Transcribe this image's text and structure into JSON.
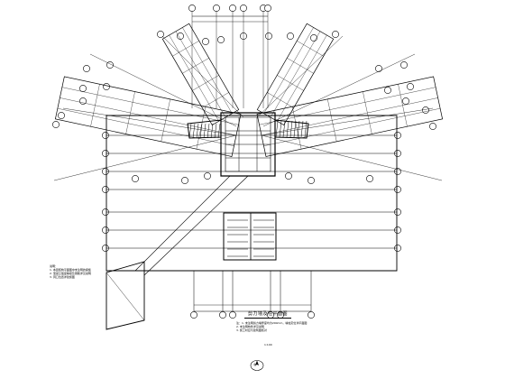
{
  "drawing": {
    "title": "剪力墙及柱平面图",
    "notes": [
      "说明：",
      "1. 本层结构平面图中未注明的梁板",
      "2. 混凝土强度等级及钢筋详见说明",
      "3. 洞口位置详建施图"
    ],
    "legend": [
      "注：1. 未注明剪力墙厚度均为200mm，墙柱定位详平面图",
      "2. 未注明构件详见说明",
      "3. 施工时应与建筑图核对"
    ],
    "scale_text": "1:100",
    "north_label": "北",
    "colors": {
      "line": "#000000",
      "background": "#ffffff"
    }
  }
}
